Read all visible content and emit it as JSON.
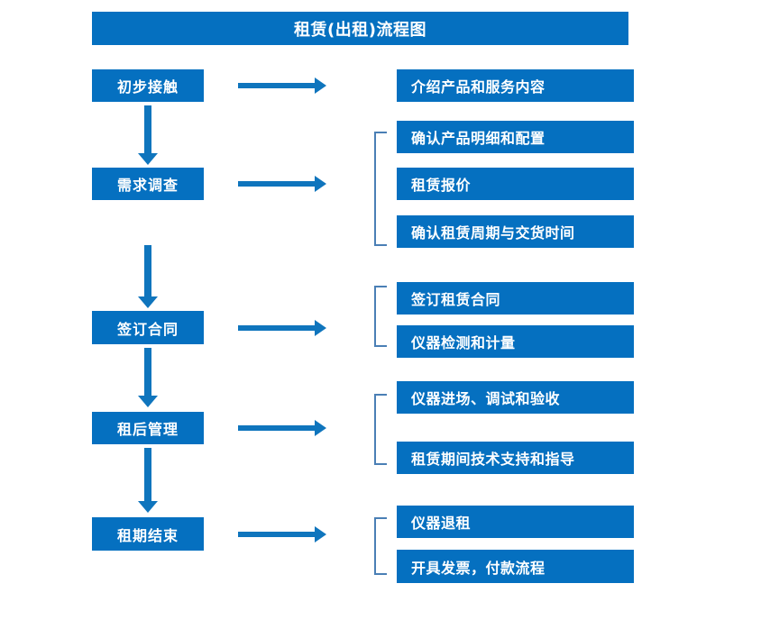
{
  "diagram": {
    "title": "租赁(出租)流程图",
    "colors": {
      "node_blue": "#0570c0",
      "arrow_blue": "#0f75bd",
      "bracket_blue": "#4a7fb5",
      "text_white": "#ffffff",
      "background": "#ffffff"
    },
    "stages": [
      {
        "id": "stage-1",
        "label": "初步接触",
        "outputs": [
          "介绍产品和服务内容"
        ],
        "bracketed": false
      },
      {
        "id": "stage-2",
        "label": "需求调查",
        "outputs": [
          "确认产品明细和配置",
          "租赁报价",
          "确认租赁周期与交货时间"
        ],
        "bracketed": true
      },
      {
        "id": "stage-3",
        "label": "签订合同",
        "outputs": [
          "签订租赁合同",
          "仪器检测和计量"
        ],
        "bracketed": true
      },
      {
        "id": "stage-4",
        "label": "租后管理",
        "outputs": [
          "仪器进场、调试和验收",
          "租赁期间技术支持和指导"
        ],
        "bracketed": true
      },
      {
        "id": "stage-5",
        "label": "租期结束",
        "outputs": [
          "仪器退租",
          "开具发票，付款流程"
        ],
        "bracketed": true
      }
    ]
  }
}
